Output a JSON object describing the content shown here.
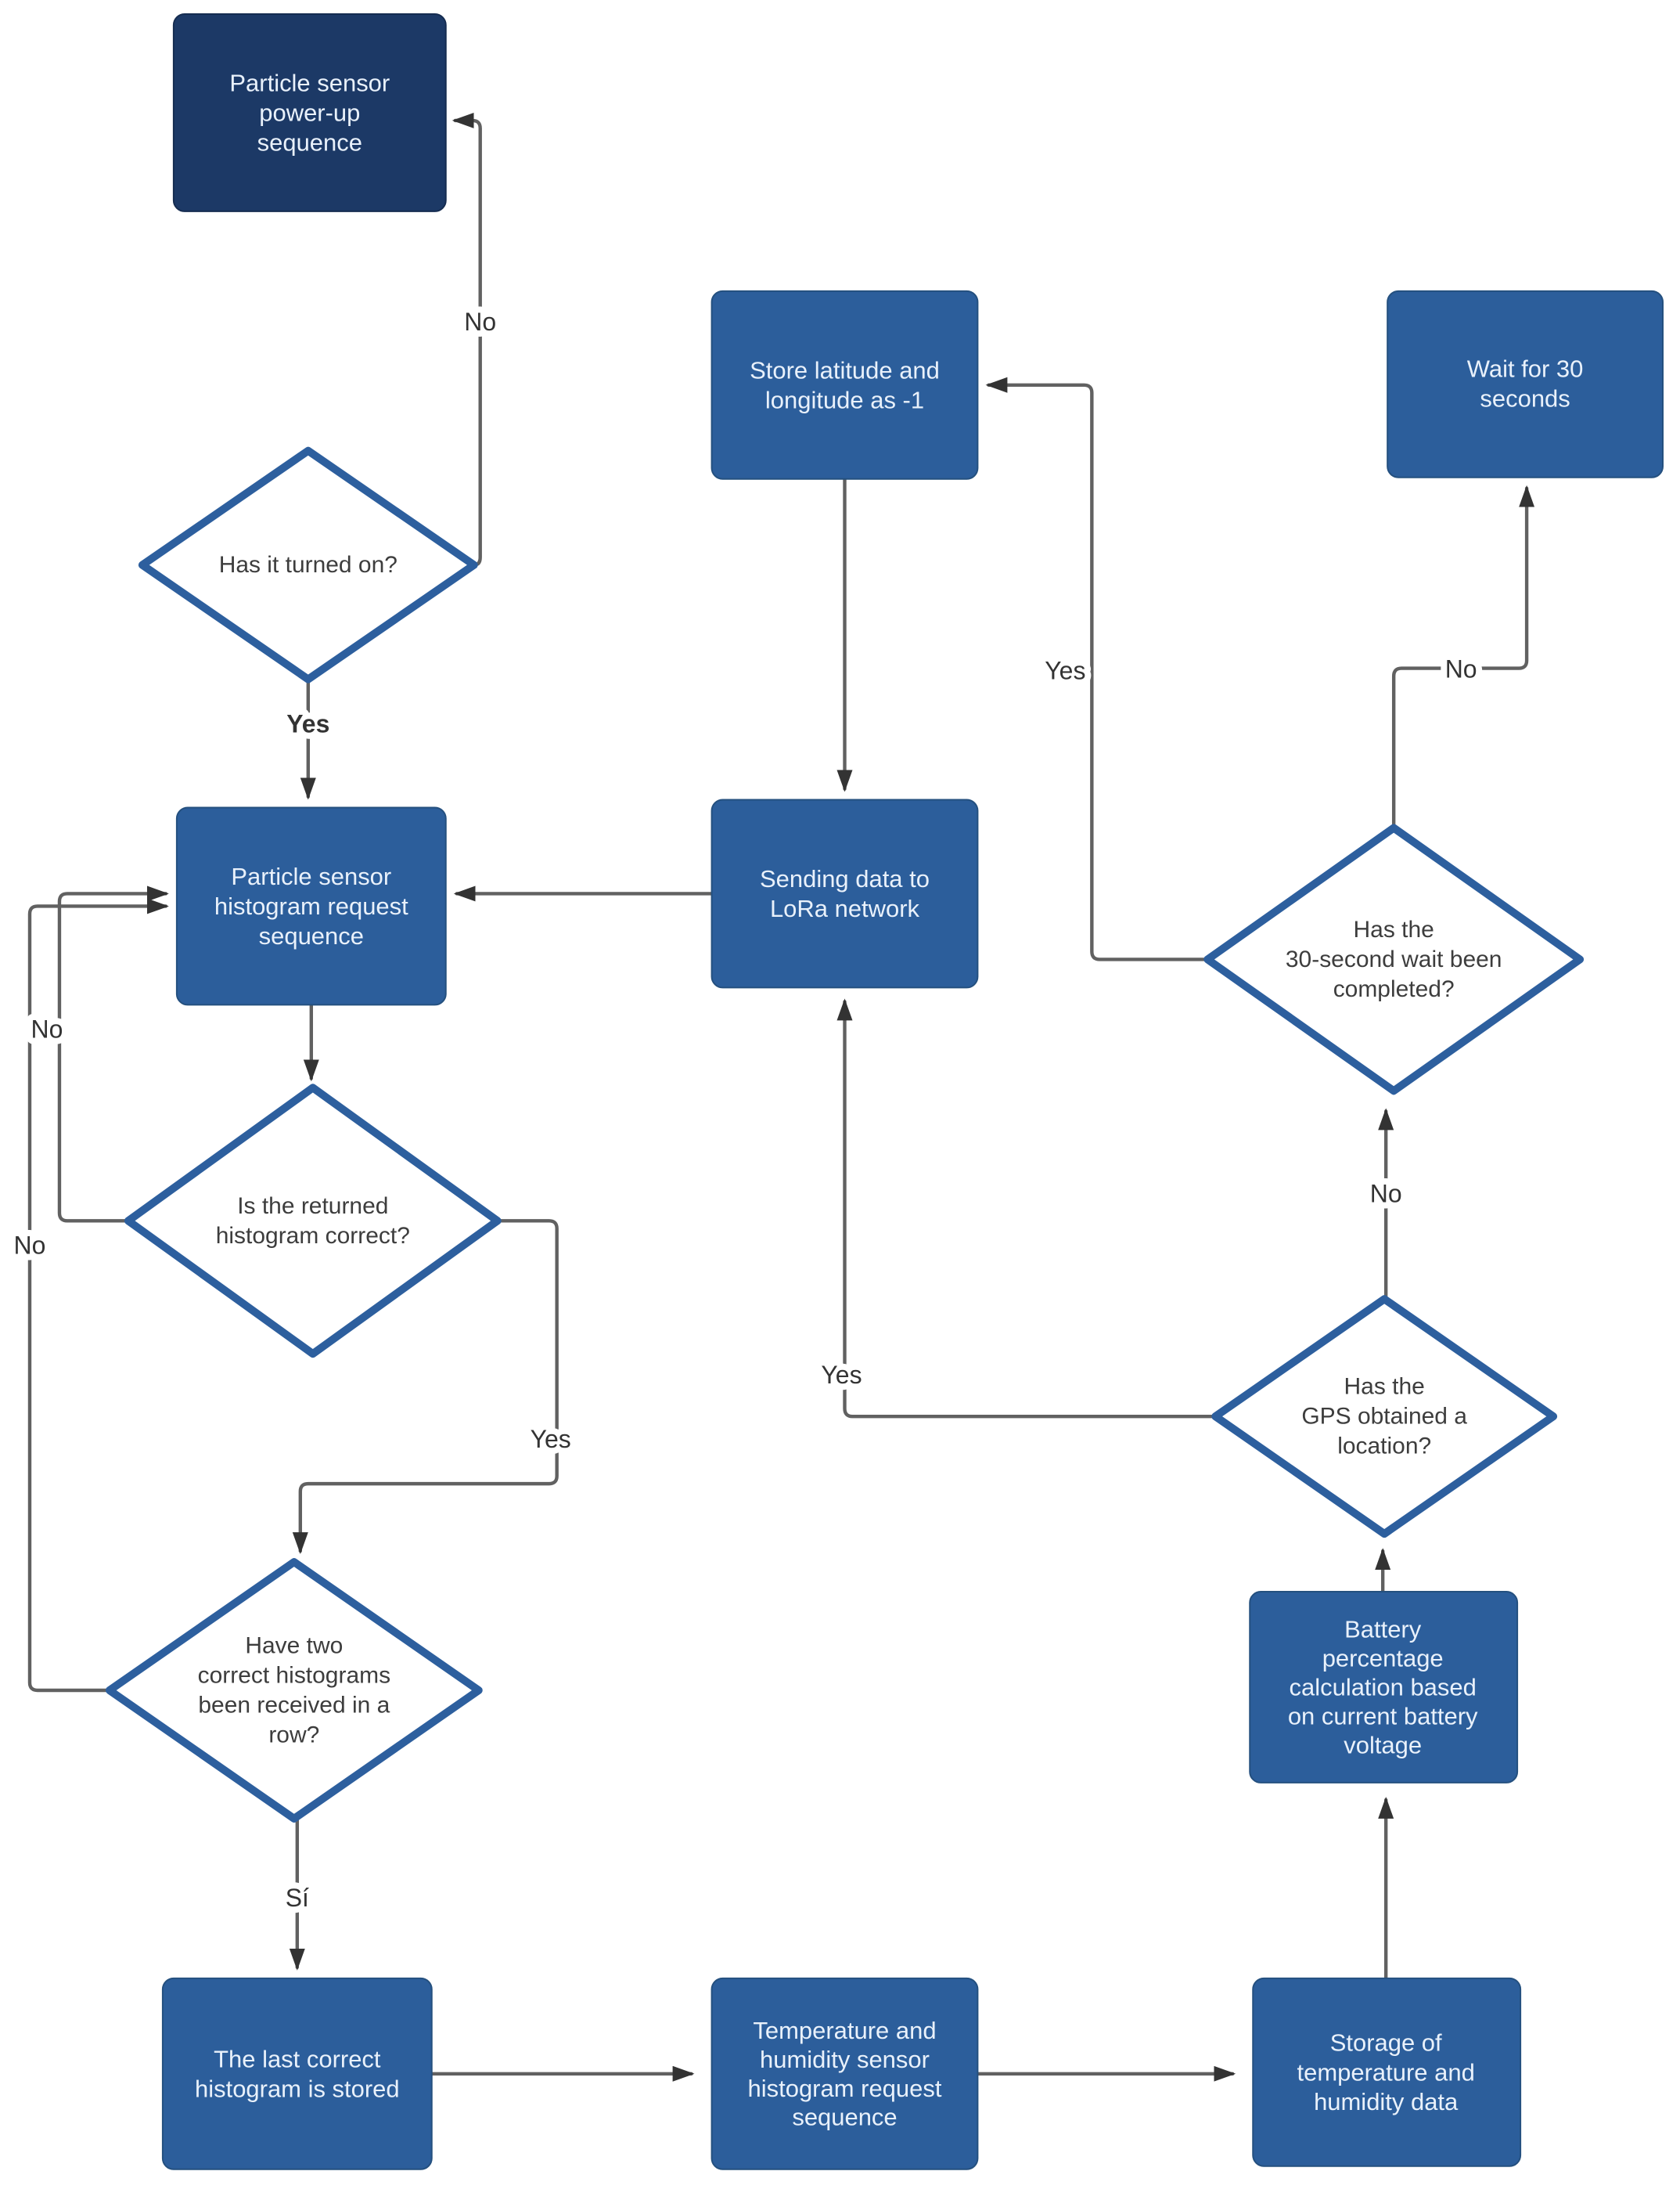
{
  "diagram": {
    "type": "flowchart",
    "nodes": {
      "power_up": {
        "lines": [
          "Particle sensor",
          "power-up",
          "sequence"
        ]
      },
      "turned_on": {
        "lines": [
          "Has it turned on?"
        ]
      },
      "hist_request": {
        "lines": [
          "Particle sensor",
          "histogram request",
          "sequence"
        ]
      },
      "hist_correct": {
        "lines": [
          "Is the returned",
          "histogram correct?"
        ]
      },
      "two_hist": {
        "lines": [
          "Have two",
          "correct histograms",
          "been received in a",
          "row?"
        ]
      },
      "last_stored": {
        "lines": [
          "The last correct",
          "histogram is stored"
        ]
      },
      "store_latlong": {
        "lines": [
          "Store latitude and",
          "longitude as -1"
        ]
      },
      "sending_lora": {
        "lines": [
          "Sending data to",
          "LoRa network"
        ]
      },
      "temp_request": {
        "lines": [
          "Temperature and",
          "humidity sensor",
          "histogram request",
          "sequence"
        ]
      },
      "wait30": {
        "lines": [
          "Wait for 30",
          "seconds"
        ]
      },
      "wait_done": {
        "lines": [
          "Has the",
          "30-second wait been",
          "completed?"
        ]
      },
      "gps_loc": {
        "lines": [
          "Has the",
          "GPS obtained a",
          "location?"
        ]
      },
      "battery": {
        "lines": [
          "Battery",
          "percentage",
          "calculation based",
          "on current battery",
          "voltage"
        ]
      },
      "storage_th": {
        "lines": [
          "Storage of",
          "temperature and",
          "humidity data"
        ]
      }
    },
    "edge_labels": {
      "no_turned_on": "No",
      "yes_turned_on": "Yes",
      "no_hist_correct": "No",
      "no_two_hist": "No",
      "yes_hist_correct": "Yes",
      "si_two_hist": "Sí",
      "yes_gps": "Yes",
      "no_gps": "No",
      "yes_wait": "Yes",
      "no_wait": "No"
    },
    "colors": {
      "box-dark": "#1c3966",
      "box-blue": "#2c5e9b",
      "diamond-stroke": "#2d5f9e",
      "diamond-fill": "#ffffff",
      "box-text": "#e9f1fb",
      "diamond-text": "#3d3d3d",
      "label-text": "#333333",
      "line": "#616161",
      "arrow": "#333333",
      "background": "#ffffff"
    }
  }
}
